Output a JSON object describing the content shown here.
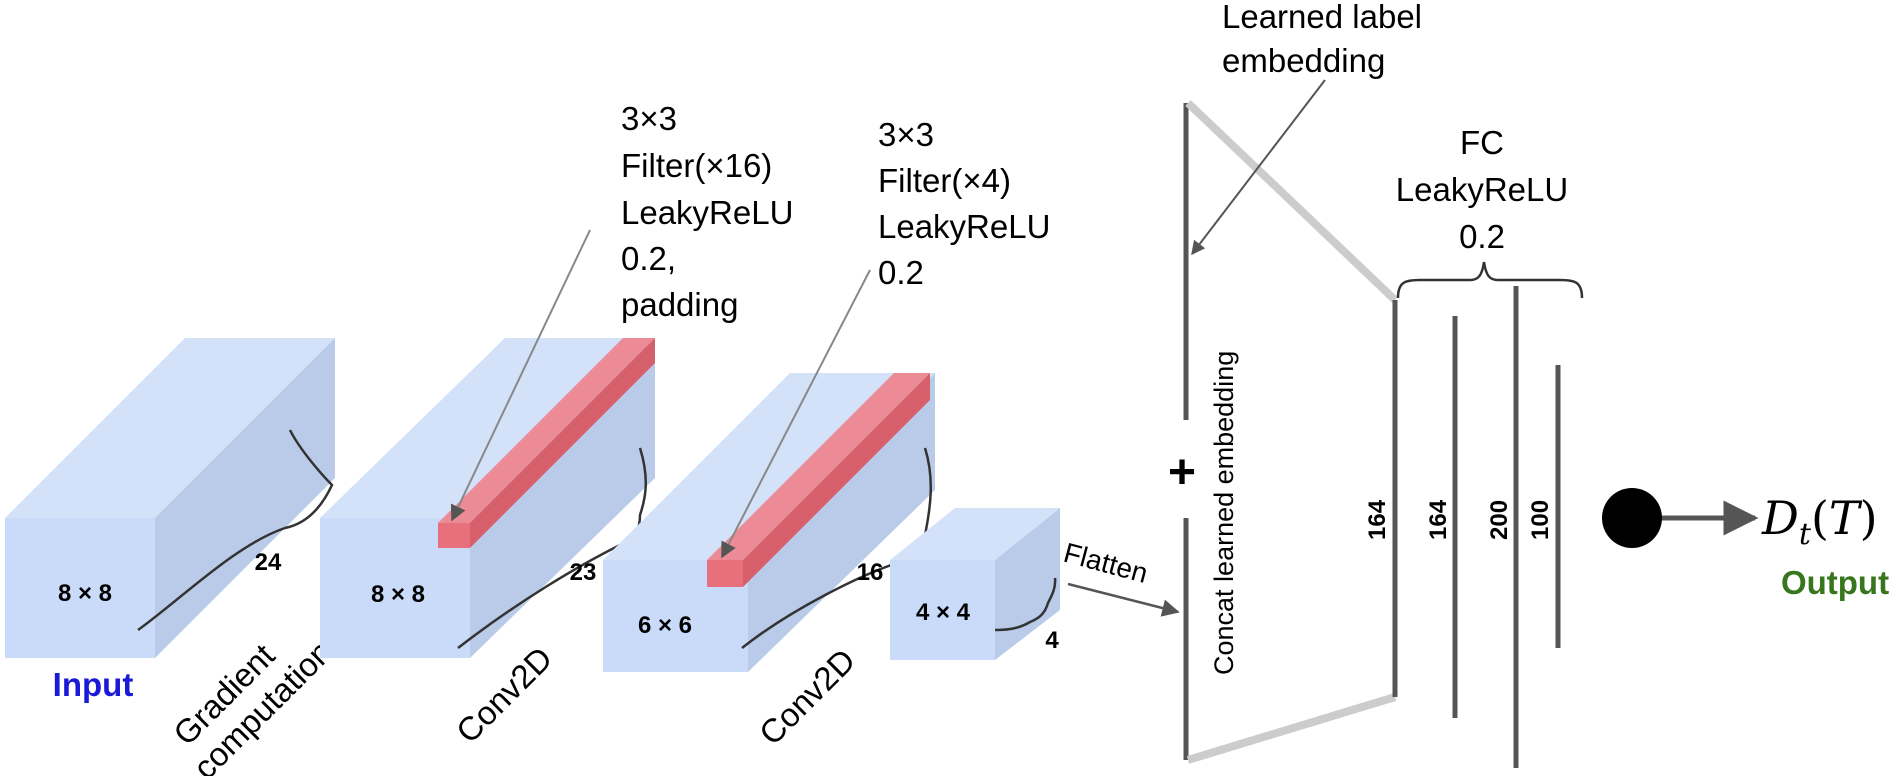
{
  "blocks": [
    {
      "face_label": "8 × 8",
      "depth_label": "24"
    },
    {
      "face_label": "8 × 8",
      "depth_label": "23"
    },
    {
      "face_label": "6 × 6",
      "depth_label": "16"
    },
    {
      "face_label": "4 × 4",
      "depth_label": "4"
    }
  ],
  "input_label": "Input",
  "stage_labels": {
    "gradient_line1": "Gradient",
    "gradient_line2": "computation",
    "conv1": "Conv2D",
    "conv2": "Conv2D",
    "flatten": "Flatten"
  },
  "filter1_lines": [
    "3×3",
    "Filter(×16)",
    "LeakyReLU",
    "0.2,",
    "padding"
  ],
  "filter2_lines": [
    "3×3",
    "Filter(×4)",
    "LeakyReLU",
    "0.2"
  ],
  "embedding_label_lines": [
    "Learned label",
    "embedding"
  ],
  "concat_symbol": "+",
  "concat_label": "Concat learned embedding",
  "fc_label_lines": [
    "FC",
    "LeakyReLU",
    "0.2"
  ],
  "fc_sizes": [
    "164",
    "164",
    "200",
    "100"
  ],
  "output_symbol": "D_t(T)",
  "output_label": "Output",
  "colors": {
    "block_front": "#c9dbf8",
    "block_top": "#d3e1f9",
    "block_side": "#b9cbe9",
    "filter_front": "#e8707c",
    "filter_top": "#ec8a95",
    "filter_side": "#d5606b",
    "input_label": "#1a1ad6",
    "output_label": "#38761d",
    "line_dark": "#555555",
    "line_light": "#cccccc"
  }
}
